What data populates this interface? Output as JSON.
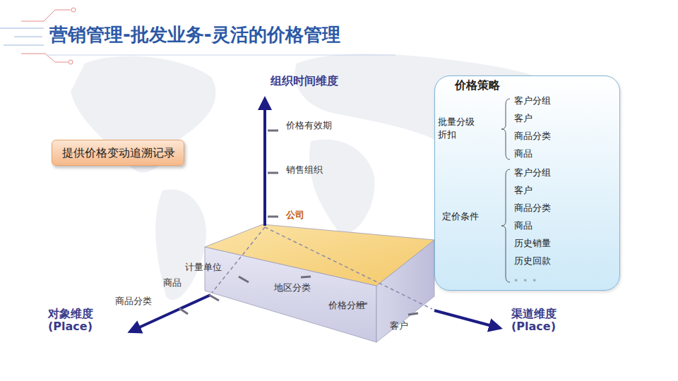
{
  "diagram": {
    "title": "营销管理-批发业务-灵活的价格管理",
    "nodes": [
      {
        "text": [
          "提供价格变动追溯记录"
        ]
      },
      {
        "text": [
          "价格策略",
          "批量分级 折扣",
          "客户分组",
          "客户",
          "商品分类",
          "商品",
          "定价条件",
          "客户分组",
          "客户",
          "商品分类",
          "商品",
          "历史销量",
          "历史回款",
          "。。。"
        ]
      }
    ],
    "labels": [
      "组织时间维度",
      "价格有效期",
      "销售组织",
      "公司",
      "计量单位",
      "商品",
      "商品分类",
      "地区分类",
      "价格分组",
      "客户",
      "对象维度 (Place)",
      "渠道维度 (Place)"
    ]
  }
}
